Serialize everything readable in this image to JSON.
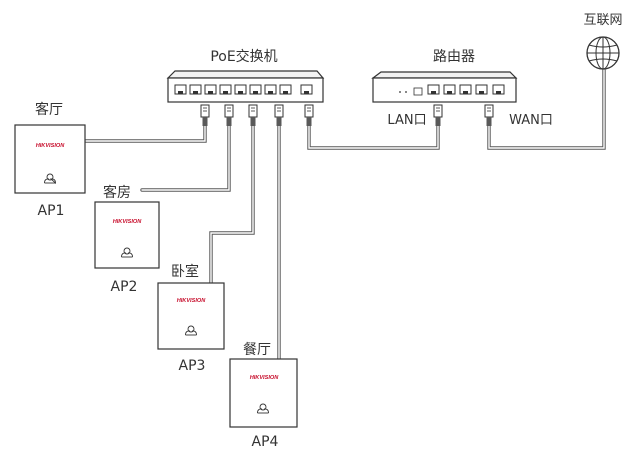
{
  "devices": {
    "switch": {
      "name": "PoE交换机",
      "port_count": 8
    },
    "router": {
      "name": "路由器",
      "lan_label": "LAN口",
      "wan_label": "WAN口"
    },
    "internet": {
      "name": "互联网",
      "icon": "globe-icon"
    }
  },
  "access_points": [
    {
      "name": "AP1",
      "room": "客厅",
      "brand": "HIKVISION"
    },
    {
      "name": "AP2",
      "room": "客房",
      "brand": "HIKVISION"
    },
    {
      "name": "AP3",
      "room": "卧室",
      "brand": "HIKVISION"
    },
    {
      "name": "AP4",
      "room": "餐厅",
      "brand": "HIKVISION"
    }
  ],
  "colors": {
    "cable": "#595959",
    "device_outline": "#333333",
    "brand": "#c8102e"
  }
}
